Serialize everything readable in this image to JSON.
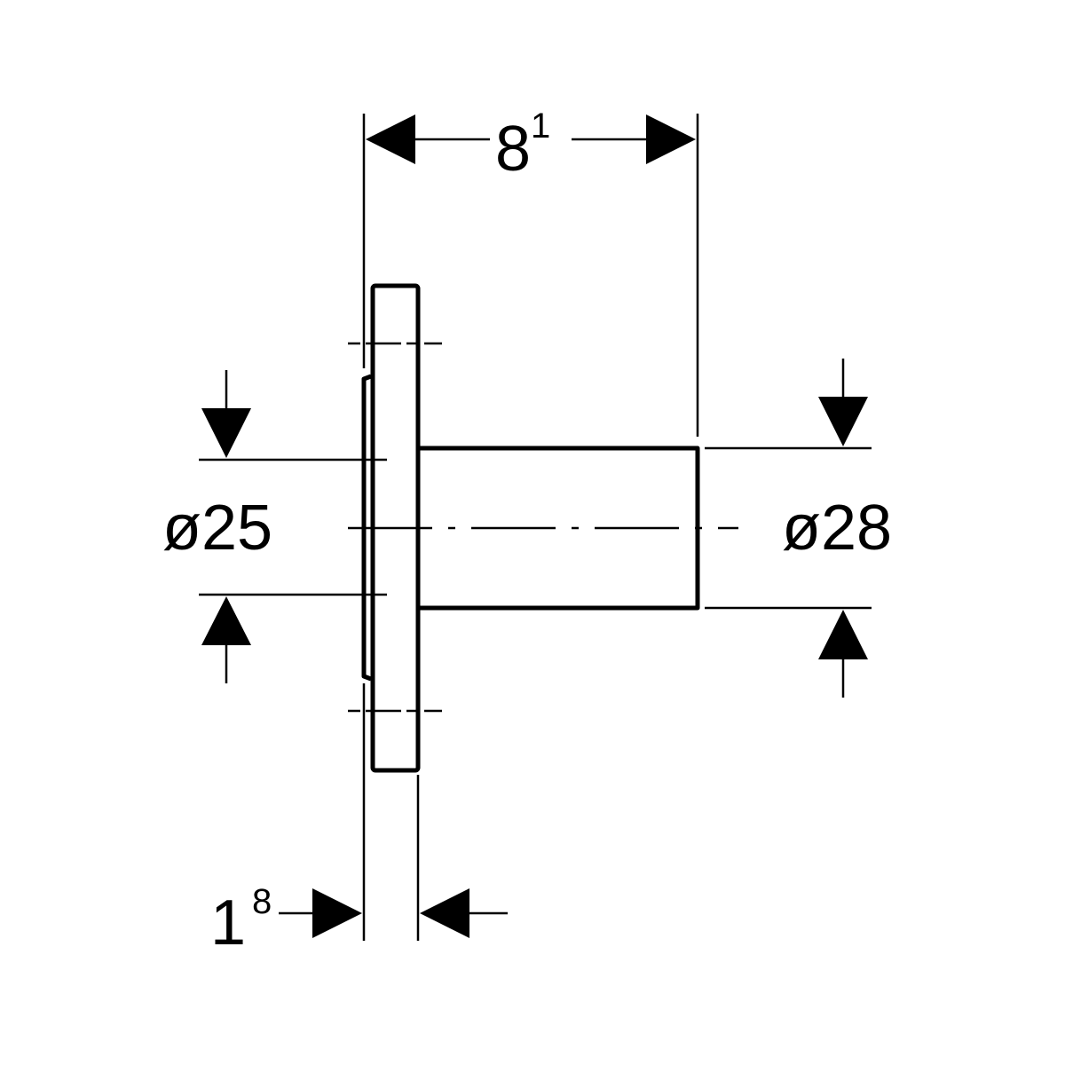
{
  "dimensions": {
    "length_top": {
      "main": "8",
      "sup": "1"
    },
    "thickness_bottom": {
      "main": "1",
      "sup": "8"
    },
    "diameter_left": "ø25",
    "diameter_right": "ø28"
  },
  "colors": {
    "line": "#000000",
    "background": "#ffffff"
  }
}
